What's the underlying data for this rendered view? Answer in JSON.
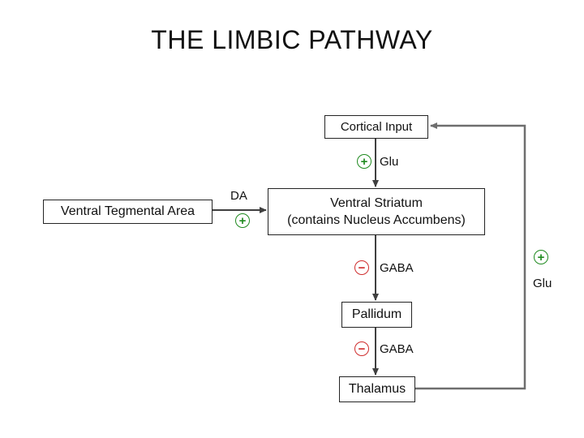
{
  "title": "THE LIMBIC PATHWAY",
  "nodes": {
    "cortical_input": {
      "label": "Cortical Input"
    },
    "ventral_striatum": {
      "line1": "Ventral Striatum",
      "line2": "(contains Nucleus Accumbens)"
    },
    "ventral_tegmental_area": {
      "label": "Ventral Tegmental Area"
    },
    "pallidum": {
      "label": "Pallidum"
    },
    "thalamus": {
      "label": "Thalamus"
    }
  },
  "edges": {
    "cortical_to_striatum": {
      "transmitter": "Glu",
      "sign": "+"
    },
    "vta_to_striatum": {
      "transmitter": "DA",
      "sign": "+"
    },
    "striatum_to_pallidum": {
      "transmitter": "GABA",
      "sign": "−"
    },
    "pallidum_to_thalamus": {
      "transmitter": "GABA",
      "sign": "−"
    },
    "thalamus_to_cortical": {
      "transmitter": "Glu",
      "sign": "+"
    }
  },
  "colors": {
    "excitatory": "#1f8a1f",
    "inhibitory": "#cf2d2d",
    "line_dark": "#3f3f3f",
    "line_gray": "#6e6e6e",
    "box_border": "#242424",
    "text": "#111111",
    "background": "#ffffff"
  }
}
